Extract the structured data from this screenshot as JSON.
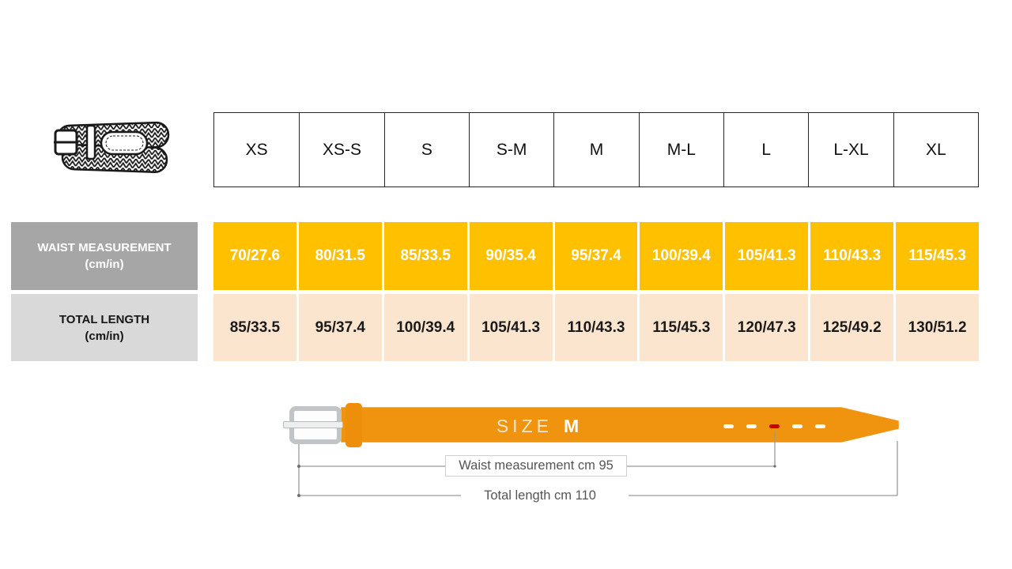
{
  "size_table": {
    "sizes": [
      "XS",
      "XS-S",
      "S",
      "S-M",
      "M",
      "M-L",
      "L",
      "L-XL",
      "XL"
    ],
    "waist_row": {
      "label": "WAIST MEASUREMENT",
      "unit": "(cm/in)",
      "values": [
        "70/27.6",
        "80/31.5",
        "85/33.5",
        "90/35.4",
        "95/37.4",
        "100/39.4",
        "105/41.3",
        "110/43.3",
        "115/45.3"
      ]
    },
    "length_row": {
      "label": "TOTAL LENGTH",
      "unit": "(cm/in)",
      "values": [
        "85/33.5",
        "95/37.4",
        "100/39.4",
        "105/41.3",
        "110/43.3",
        "115/45.3",
        "120/47.3",
        "125/49.2",
        "130/51.2"
      ]
    }
  },
  "diagram": {
    "size_word": "SIZE",
    "size_value": "M",
    "waist_annotation": "Waist measurement cm 95",
    "length_annotation": "Total length cm 110"
  },
  "colors": {
    "waist_row_bg": "#FFC000",
    "length_row_bg": "#FBE5CE",
    "waist_label_bg": "#A6A6A6",
    "length_label_bg": "#D9D9D9",
    "belt_strap": "#F0940F",
    "belt_keeper": "#EE8F0C",
    "active_hole": "#C80000",
    "annotation_line": "#9B9B9B"
  },
  "chart_data": {
    "type": "table",
    "title": "Belt size chart",
    "categories": [
      "XS",
      "XS-S",
      "S",
      "S-M",
      "M",
      "M-L",
      "L",
      "L-XL",
      "XL"
    ],
    "series": [
      {
        "name": "Waist measurement (cm/in)",
        "values": [
          "70/27.6",
          "80/31.5",
          "85/33.5",
          "90/35.4",
          "95/37.4",
          "100/39.4",
          "105/41.3",
          "110/43.3",
          "115/45.3"
        ]
      },
      {
        "name": "Total length (cm/in)",
        "values": [
          "85/33.5",
          "95/37.4",
          "100/39.4",
          "105/41.3",
          "110/43.3",
          "115/45.3",
          "120/47.3",
          "125/49.2",
          "130/51.2"
        ]
      }
    ],
    "annotations": [
      "SIZE M",
      "Waist measurement cm 95",
      "Total length cm 110"
    ]
  }
}
